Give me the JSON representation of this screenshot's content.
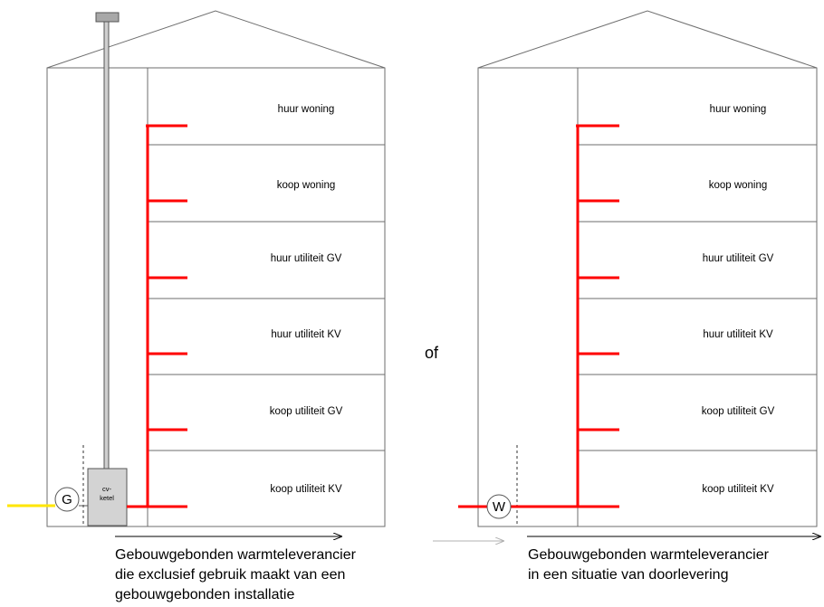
{
  "left_building": {
    "floors": [
      "huur woning",
      "koop woning",
      "huur utiliteit GV",
      "huur utiliteit KV",
      "koop utiliteit GV",
      "koop utiliteit KV"
    ],
    "meter": "G",
    "boiler_label": [
      "cv-",
      "ketel"
    ],
    "caption": [
      "Gebouwgebonden warmteleverancier",
      "die exclusief gebruik maakt van een",
      "gebouwgebonden installatie"
    ]
  },
  "separator": "of",
  "right_building": {
    "floors": [
      "huur woning",
      "koop woning",
      "huur utiliteit GV",
      "huur utiliteit KV",
      "koop utiliteit GV",
      "koop utiliteit KV"
    ],
    "meter": "W",
    "caption": [
      "Gebouwgebonden warmteleverancier",
      "in een situatie van doorlevering"
    ]
  },
  "colors": {
    "heat_pipe": "#ff0000",
    "gas_pipe": "#ffe600",
    "outline": "#6e6e6e",
    "boiler_fill": "#d3d3d3",
    "chimney_fill": "#a8a8a8"
  }
}
